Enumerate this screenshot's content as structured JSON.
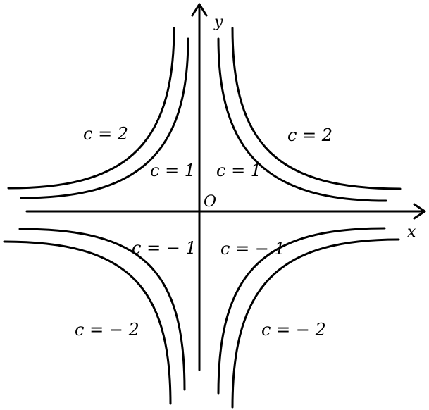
{
  "axes": {
    "x_label": "x",
    "y_label": "y",
    "origin_label": "O"
  },
  "curves": [
    {
      "id": "c2-ul",
      "label": "c = 2"
    },
    {
      "id": "c2-ur",
      "label": "c = 2"
    },
    {
      "id": "c1-ul",
      "label": "c = 1"
    },
    {
      "id": "c1-ur",
      "label": "c = 1"
    },
    {
      "id": "cm1-ll",
      "label": "c = − 1"
    },
    {
      "id": "cm1-lr",
      "label": "c = − 1"
    },
    {
      "id": "cm2-ll",
      "label": "c = − 2"
    },
    {
      "id": "cm2-lr",
      "label": "c = − 2"
    }
  ],
  "colors": {
    "stroke": "#000000",
    "background": "#ffffff"
  }
}
